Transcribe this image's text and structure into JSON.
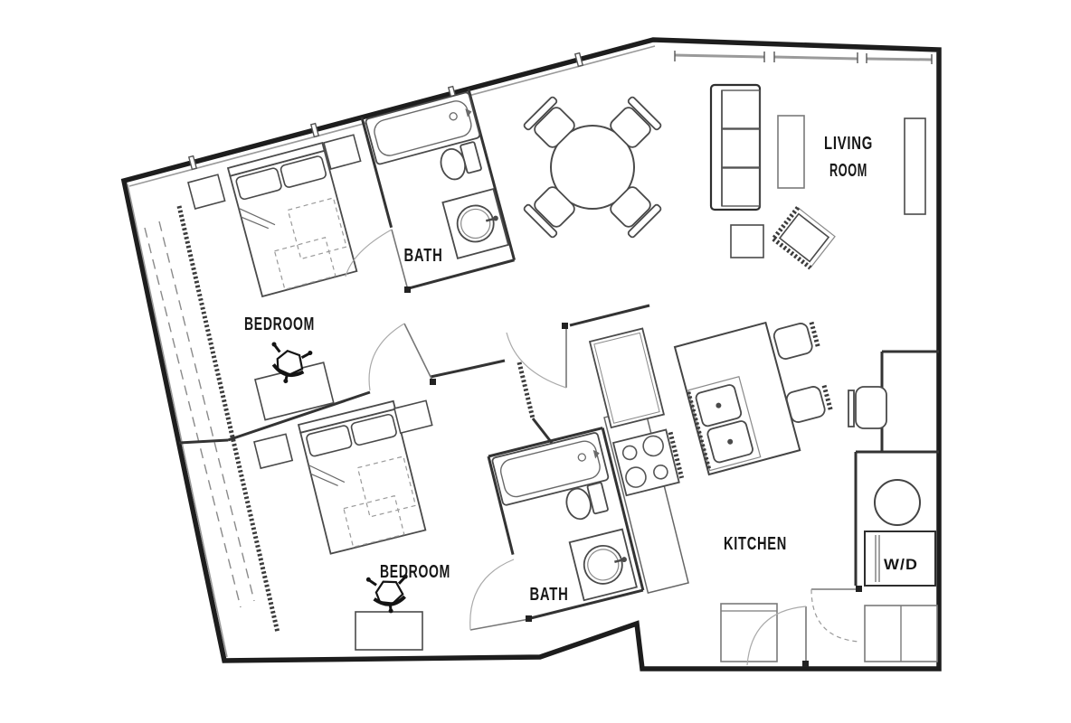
{
  "floorplan": {
    "labels": {
      "living_room": [
        "LIVING",
        "ROOM"
      ],
      "bath_upper": "BATH",
      "bedroom_upper": "BEDROOM",
      "bedroom_lower": "BEDROOM",
      "bath_lower": "BATH",
      "kitchen": "KITCHEN",
      "washer_dryer": "W/D"
    },
    "colors": {
      "outer_wall": "#1d1d1d",
      "interior_wall": "#333333",
      "furniture": "#4a4a4a",
      "light_line": "#8a8a8a",
      "background": "#ffffff"
    }
  }
}
